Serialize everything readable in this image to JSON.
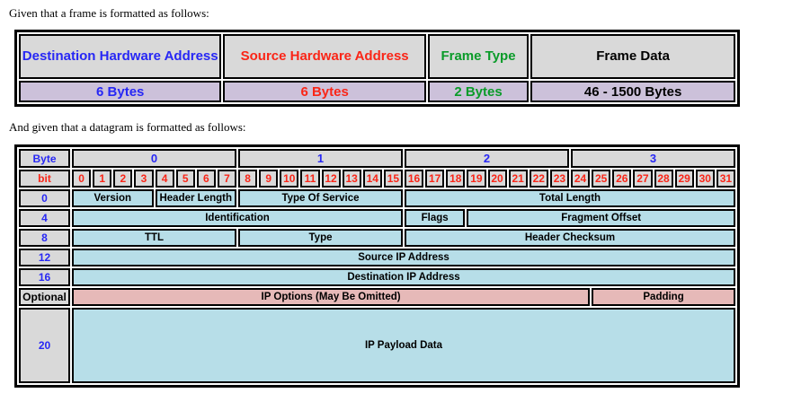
{
  "intro": {
    "frame": "Given that a frame is formatted as follows:",
    "datagram": "And given that a datagram is formatted as follows:"
  },
  "frame_table": {
    "columns": [
      {
        "label": "Destination Hardware Address",
        "size": "6 Bytes",
        "color": "blue"
      },
      {
        "label": "Source Hardware Address",
        "size": "6 Bytes",
        "color": "red"
      },
      {
        "label": "Frame Type",
        "size": "2 Bytes",
        "color": "green"
      },
      {
        "label": "Frame Data",
        "size": "46 - 1500 Bytes",
        "color": "black"
      }
    ]
  },
  "datagram_table": {
    "corner_labels": {
      "byte": "Byte",
      "bit": "bit"
    },
    "byte_numbers": [
      "0",
      "1",
      "2",
      "3"
    ],
    "bit_numbers": [
      "0",
      "1",
      "2",
      "3",
      "4",
      "5",
      "6",
      "7",
      "8",
      "9",
      "10",
      "11",
      "12",
      "13",
      "14",
      "15",
      "16",
      "17",
      "18",
      "19",
      "20",
      "21",
      "22",
      "23",
      "24",
      "25",
      "26",
      "27",
      "28",
      "29",
      "30",
      "31"
    ],
    "rows": [
      {
        "byte": "0",
        "fields": [
          {
            "label": "Version",
            "bits": 4
          },
          {
            "label": "Header Length",
            "bits": 4
          },
          {
            "label": "Type Of Service",
            "bits": 8
          },
          {
            "label": "Total Length",
            "bits": 16
          }
        ]
      },
      {
        "byte": "4",
        "fields": [
          {
            "label": "Identification",
            "bits": 16
          },
          {
            "label": "Flags",
            "bits": 3
          },
          {
            "label": "Fragment Offset",
            "bits": 13
          }
        ]
      },
      {
        "byte": "8",
        "fields": [
          {
            "label": "TTL",
            "bits": 8
          },
          {
            "label": "Type",
            "bits": 8
          },
          {
            "label": "Header Checksum",
            "bits": 16
          }
        ]
      },
      {
        "byte": "12",
        "fields": [
          {
            "label": "Source IP Address",
            "bits": 32
          }
        ]
      },
      {
        "byte": "16",
        "fields": [
          {
            "label": "Destination IP Address",
            "bits": 32
          }
        ]
      },
      {
        "byte": "Optional",
        "label_color": "black",
        "fields": [
          {
            "label": "IP Options (May Be Omitted)",
            "bits": 25,
            "bg": "pink"
          },
          {
            "label": "Padding",
            "bits": 7,
            "bg": "pink"
          }
        ]
      },
      {
        "byte": "20",
        "tall": true,
        "fields": [
          {
            "label": "IP Payload Data",
            "bits": 32
          }
        ]
      }
    ],
    "colors": {
      "header_cell_bg": "#d9d9d9",
      "field_cell_bg": "#b7dee8",
      "optional_cell_bg": "#e6b9b8",
      "frame_size_row_bg": "#ccc1da",
      "blue_text": "#2727f5",
      "red_text": "#fa2517",
      "green_text": "#0a9b29",
      "border": "#000000"
    }
  }
}
